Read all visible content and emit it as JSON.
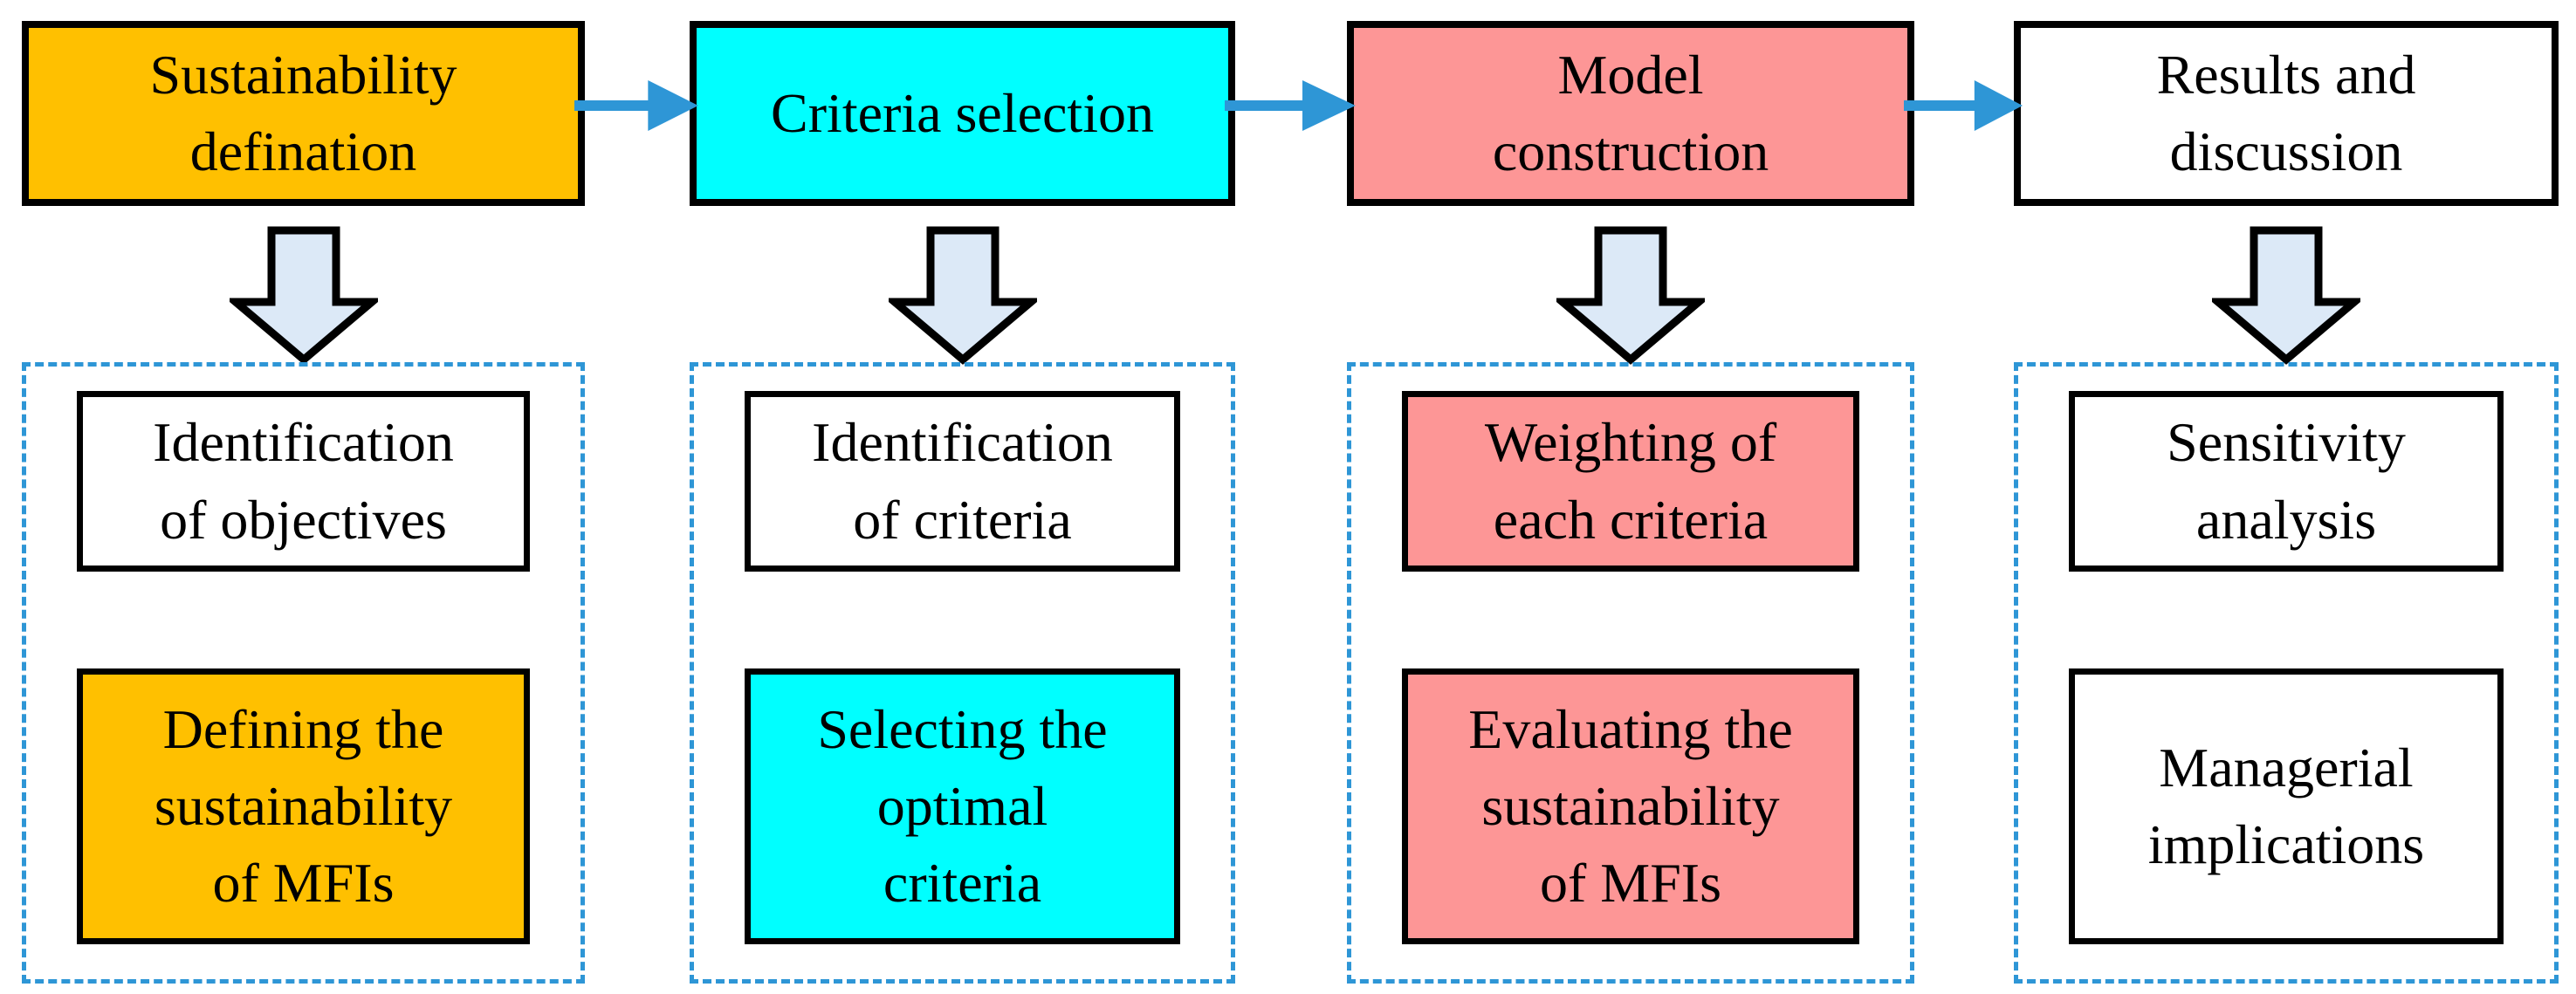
{
  "figure": {
    "columns": [
      {
        "top": {
          "label": "Sustainability\ndefination",
          "color": "#FFC000"
        },
        "sub": [
          {
            "label": "Identification\nof objectives",
            "color": "#FFFFFF"
          },
          {
            "label": "Defining the\nsustainability\nof MFIs",
            "color": "#FFC000"
          }
        ]
      },
      {
        "top": {
          "label": "Criteria selection",
          "color": "#00FFFF"
        },
        "sub": [
          {
            "label": "Identification\nof criteria",
            "color": "#FFFFFF"
          },
          {
            "label": "Selecting the\noptimal\ncriteria",
            "color": "#00FFFF"
          }
        ]
      },
      {
        "top": {
          "label": "Model\nconstruction",
          "color": "#FD9696"
        },
        "sub": [
          {
            "label": "Weighting of\neach criteria",
            "color": "#FD9696"
          },
          {
            "label": "Evaluating the\nsustainability\nof MFIs",
            "color": "#FD9696"
          }
        ]
      },
      {
        "top": {
          "label": "Results and\ndiscussion",
          "color": "#FFFFFF"
        },
        "sub": [
          {
            "label": "Sensitivity\nanalysis",
            "color": "#FFFFFF"
          },
          {
            "label": "Managerial\nimplications",
            "color": "#FFFFFF"
          }
        ]
      }
    ],
    "colors": {
      "connector_blue": "#2E96D6",
      "down_arrow_fill": "#DCE9F7",
      "dashed_border": "#2E96D6",
      "box_border": "#000000"
    }
  }
}
